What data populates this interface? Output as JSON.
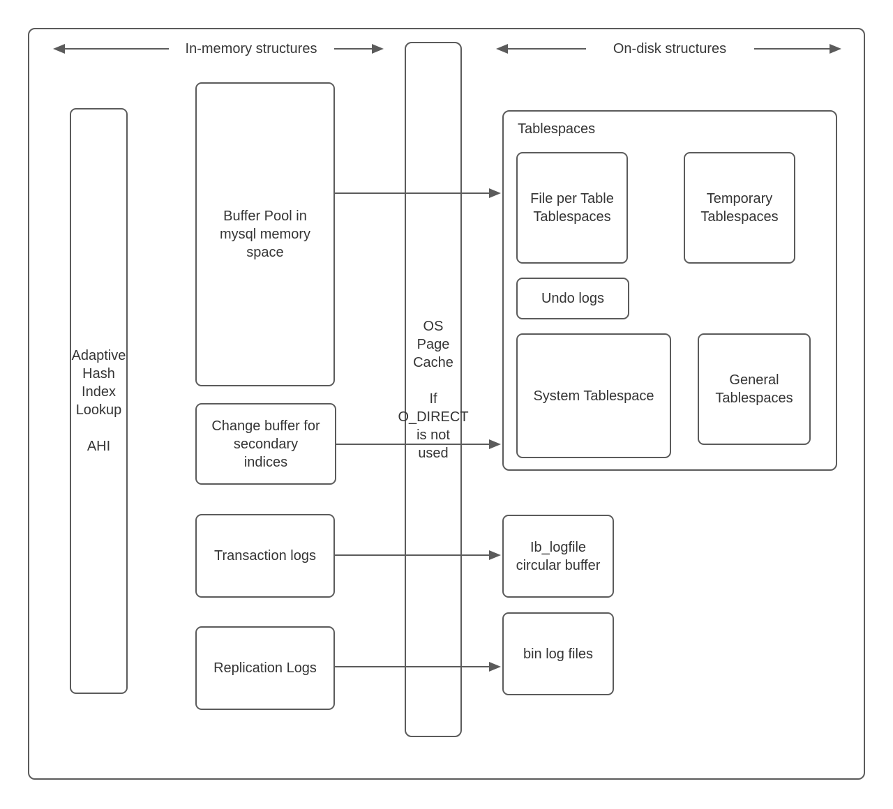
{
  "diagram": {
    "headers": {
      "in_memory": "In-memory structures",
      "on_disk": "On-disk structures"
    },
    "nodes": {
      "adaptive_hash": "Adaptive\nHash\nIndex\nLookup\n\nAHI",
      "buffer_pool": "Buffer Pool in\nmysql memory\nspace",
      "change_buffer": "Change buffer for\nsecondary\nindices",
      "transaction_logs": "Transaction logs",
      "replication_logs": "Replication Logs",
      "os_page_cache": "OS\nPage\nCache\n\nIf\nO_DIRECT\nis not\nused",
      "tablespaces_title": "Tablespaces",
      "file_per_table": "File per Table\nTablespaces",
      "temporary": "Temporary\nTablespaces",
      "undo_logs": "Undo logs",
      "system_tablespace": "System Tablespace",
      "general_tablespaces": "General\nTablespaces",
      "ib_logfile": "Ib_logfile\ncircular buffer",
      "bin_log": "bin log files"
    },
    "edges": [
      {
        "from": "buffer_pool",
        "to": "tablespaces_container"
      },
      {
        "from": "change_buffer",
        "to": "tablespaces_container"
      },
      {
        "from": "transaction_logs",
        "to": "ib_logfile"
      },
      {
        "from": "replication_logs",
        "to": "bin_log"
      }
    ],
    "colors": {
      "stroke": "#5b5b5b",
      "text": "#353535",
      "background": "#ffffff"
    }
  }
}
